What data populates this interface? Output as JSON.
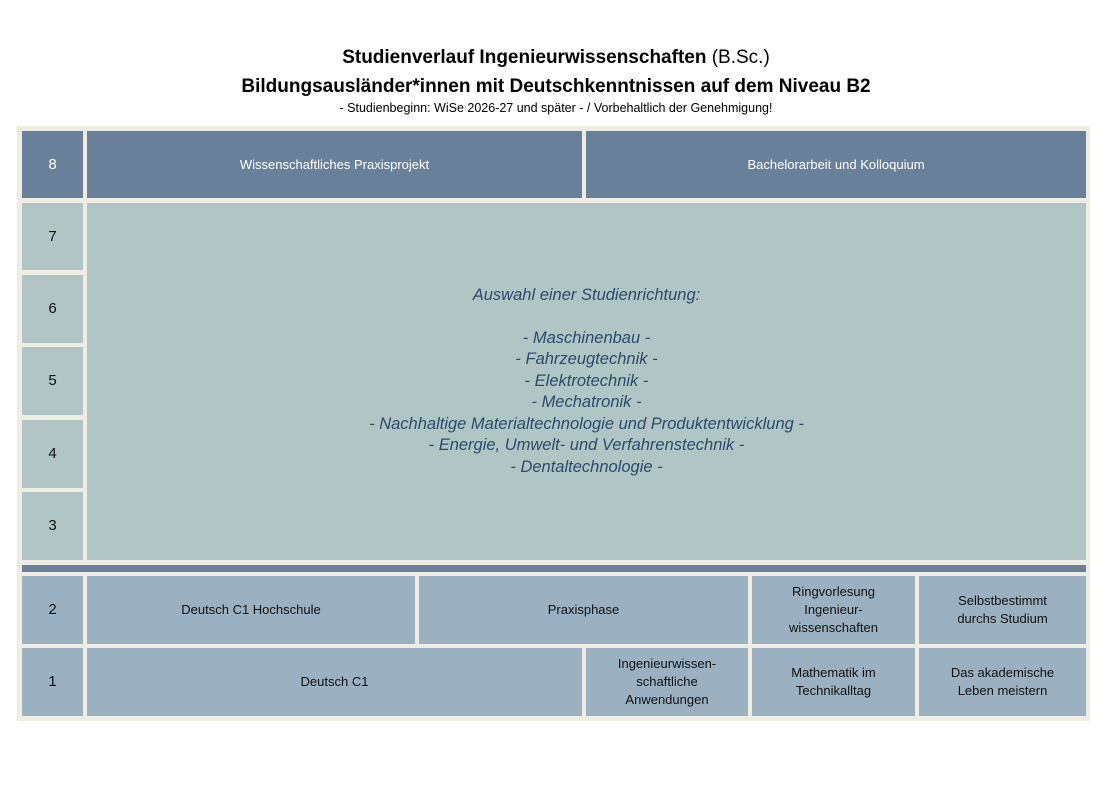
{
  "title": {
    "line1_bold": "Studienverlauf Ingenieurwissenschaften",
    "line1_normal": "(B.Sc.)",
    "line2": "Bildungsausländer*innen mit Deutschkenntnissen auf dem Niveau B2",
    "line3": "- Studienbeginn: WiSe 2026-27 und später - / Vorbehaltlich der Genehmigung!"
  },
  "semesters": [
    "8",
    "7",
    "6",
    "5",
    "4",
    "3",
    "2",
    "1"
  ],
  "sem8": {
    "praxisprojekt": "Wissenschaftliches Praxisprojekt",
    "bachelor": "Bachelorarbeit und Kolloquium"
  },
  "studienrichtung": {
    "heading": "Auswahl einer Studienrichtung:",
    "items": [
      "- Maschinenbau -",
      "- Fahrzeugtechnik -",
      "- Elektrotechnik -",
      "- Mechatronik -",
      "- Nachhaltige Materialtechnologie und Produktentwicklung -",
      "- Energie, Umwelt- und Verfahrenstechnik -",
      "- Dentaltechnologie -"
    ]
  },
  "sem2": {
    "deutsch": "Deutsch C1 Hochschule",
    "praxis": "Praxisphase",
    "ringvorlesung": "Ringvorlesung Ingenieur-wissenschaften",
    "selbst": "Selbstbestimmt durchs Studium"
  },
  "sem1": {
    "deutsch": "Deutsch C1",
    "ingenieur": "Ingenieurwissen-schaftliche Anwendungen",
    "mathe": "Mathematik im Technikalltag",
    "leben": "Das akademische Leben meistern"
  }
}
